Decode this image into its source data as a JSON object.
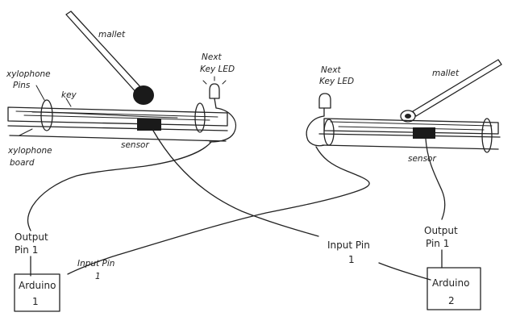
{
  "left_setup": {
    "mallet": "mallet",
    "led": "Next Key LED",
    "pins": "xylophone Pins",
    "key": "key",
    "board": "xylophone board",
    "sensor": "sensor",
    "output_pin": "Output Pin 1",
    "input_pin": "Input Pin 1",
    "arduino": "Arduino 1"
  },
  "right_setup": {
    "mallet": "mallet",
    "led": "Next Key LED",
    "sensor": "sensor",
    "output_pin": "Output Pin 1",
    "input_pin": "Input Pin 1",
    "arduino": "Arduino 2"
  }
}
